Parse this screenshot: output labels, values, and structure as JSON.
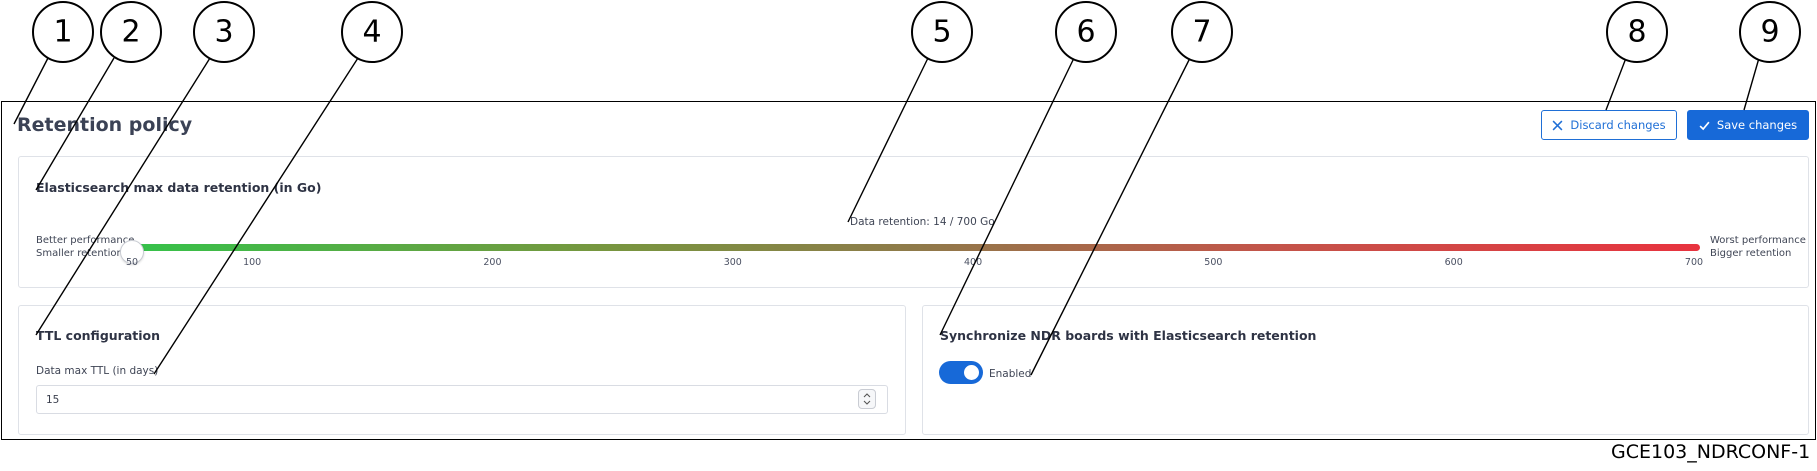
{
  "page": {
    "title": "Retention policy",
    "discard_label": "Discard changes",
    "save_label": "Save changes",
    "accent_color": "#1769d8"
  },
  "elasticsearch": {
    "title": "Elasticsearch max data retention (in Go)",
    "retention_text": "Data retention: 14 / 700 Go",
    "left_label_line1": "Better performance",
    "left_label_line2": "Smaller retention",
    "right_label_line1": "Worst performance",
    "right_label_line2": "Bigger retention",
    "slider_min": 50,
    "slider_max": 700,
    "slider_value": 50,
    "ticks": [
      "50",
      "100",
      "200",
      "300",
      "400",
      "500",
      "600",
      "700"
    ],
    "gradient_start_color": "#35c24a",
    "gradient_end_color": "#e8333f"
  },
  "ttl": {
    "title": "TTL configuration",
    "field_label": "Data max TTL (in days)",
    "value": "15"
  },
  "sync": {
    "title": "Synchronize NDR boards with Elasticsearch retention",
    "toggle_state": "on",
    "toggle_label": "Enabled"
  },
  "callouts": [
    "1",
    "2",
    "3",
    "4",
    "5",
    "6",
    "7",
    "8",
    "9"
  ],
  "figure_code": "GCE103_NDRCONF-1"
}
